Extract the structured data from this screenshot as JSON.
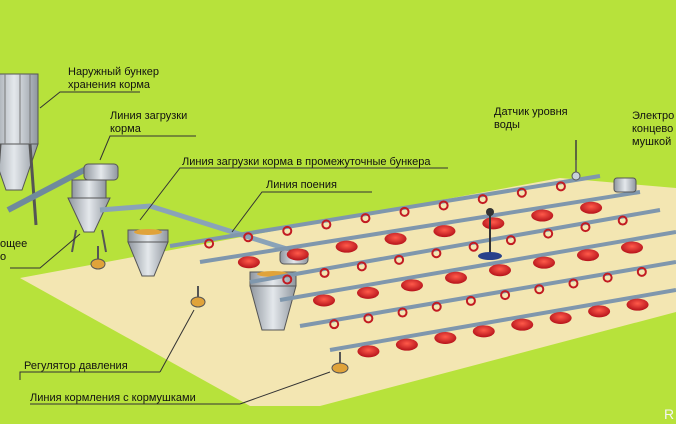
{
  "labels": {
    "silo": [
      "Наружный  бункер",
      "хранения  корма"
    ],
    "feed_line": [
      "Линия загрузки",
      "корма"
    ],
    "intermediate": "Линия загрузки корма в промежуточные бункера",
    "water_line": "Линия поения",
    "water_sensor": [
      "Датчик уровня",
      "воды"
    ],
    "edge_right": [
      "Электро",
      "концево",
      "мушкой"
    ],
    "edge_left": [
      "ощее",
      "о"
    ],
    "pressure": "Регулятор  давления",
    "feeding_line": "Линия кормления с кормушками"
  },
  "watermark": "R",
  "colors": {
    "background": "#b7e23b",
    "floor": "#f3e6b2",
    "pipe": "#8aa3b8",
    "feeder": "#d4242a",
    "hopper": "#c8cdd3"
  },
  "icons": [
    "silo-icon",
    "hopper-icon",
    "feeder-icon",
    "drinker-icon",
    "pressure-regulator-icon",
    "sensor-icon"
  ]
}
